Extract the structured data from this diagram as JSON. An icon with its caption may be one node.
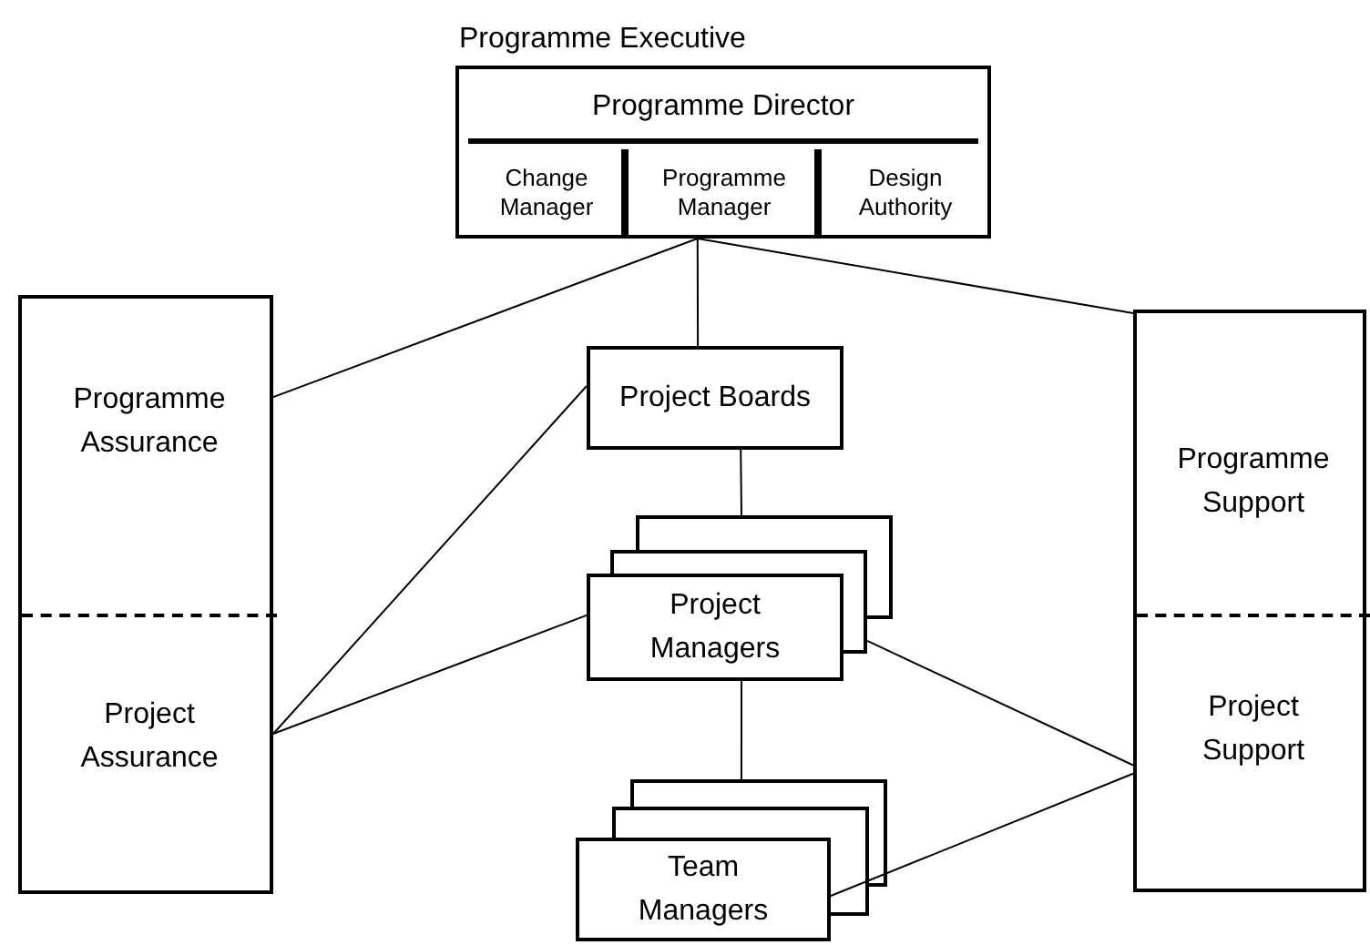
{
  "diagram": {
    "nodes": [
      {
        "text": [
          "Programme Executive",
          "Programme Director"
        ]
      },
      {
        "text": [
          "Change Manager"
        ],
        "in": 0
      },
      {
        "text": [
          "Programme Manager"
        ],
        "in": 0
      },
      {
        "text": [
          "Design Authority"
        ],
        "in": 0
      },
      {
        "text": [],
        "shape": "box"
      },
      {
        "text": [
          "Programme Assurance"
        ],
        "in": 4
      },
      {
        "text": [
          "Project Assurance"
        ],
        "in": 4
      },
      {
        "text": [],
        "shape": "box"
      },
      {
        "text": [
          "Programme Support"
        ],
        "in": 7
      },
      {
        "text": [
          "Project Support"
        ],
        "in": 7
      },
      {
        "text": [
          "Project Boards"
        ]
      },
      {
        "text": [
          "Project Managers"
        ]
      },
      {
        "text": [
          "Team Managers"
        ]
      }
    ],
    "edges": [
      {
        "from": 0,
        "to": 5,
        "arrow": "none"
      },
      {
        "from": 0,
        "to": 10,
        "arrow": "none"
      },
      {
        "from": 0,
        "to": 8,
        "arrow": "none"
      },
      {
        "from": 10,
        "to": 11,
        "arrow": "none"
      },
      {
        "from": 11,
        "to": 12,
        "arrow": "none"
      },
      {
        "from": 6,
        "to": 10,
        "arrow": "none"
      },
      {
        "from": 6,
        "to": 11,
        "arrow": "none"
      },
      {
        "from": 11,
        "to": 9,
        "arrow": "none"
      },
      {
        "from": 12,
        "to": 9,
        "arrow": "none"
      }
    ]
  }
}
